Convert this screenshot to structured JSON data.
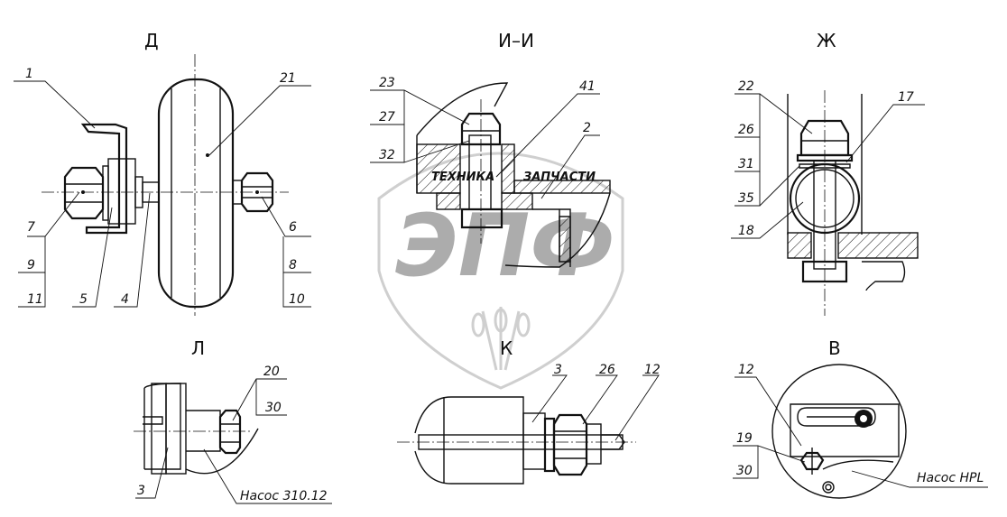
{
  "watermark": {
    "big": "ЭПФ",
    "small_left": "ТЕХНИКА",
    "small_right": "ЗАПЧАСТИ"
  },
  "views": {
    "d": {
      "title": "Д",
      "callouts": [
        "1",
        "21",
        "7",
        "9",
        "11",
        "5",
        "4",
        "6",
        "8",
        "10"
      ]
    },
    "ii": {
      "title": "И–И",
      "callouts": [
        "23",
        "27",
        "32",
        "41",
        "2"
      ]
    },
    "zh": {
      "title": "Ж",
      "callouts": [
        "22",
        "26",
        "31",
        "35",
        "18",
        "17"
      ]
    },
    "l": {
      "title": "Л",
      "callouts": [
        "20",
        "30",
        "3"
      ],
      "note": "Насос 310.12"
    },
    "k": {
      "title": "К",
      "callouts": [
        "3",
        "26",
        "12"
      ]
    },
    "v": {
      "title": "В",
      "callouts": [
        "12",
        "19",
        "30"
      ],
      "note": "Насос HPL"
    }
  }
}
